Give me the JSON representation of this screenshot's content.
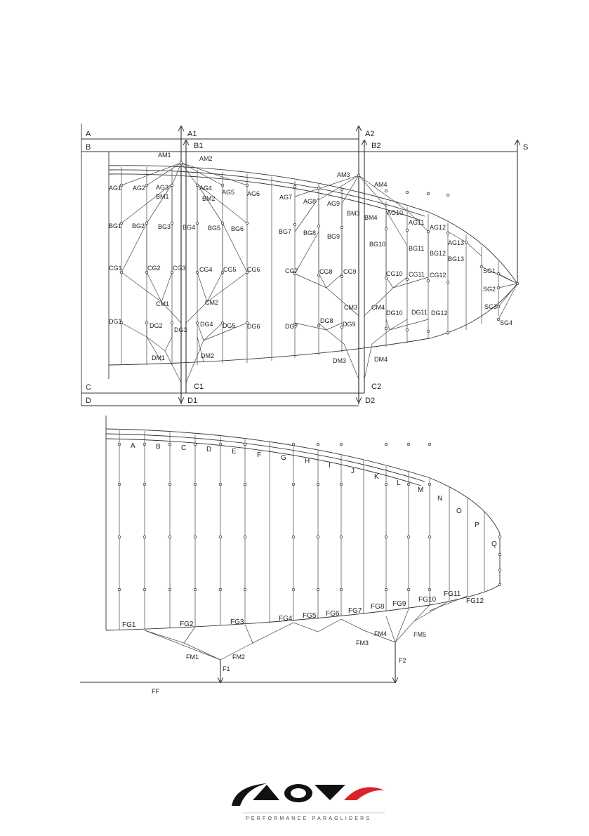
{
  "upper_plan": {
    "level_letters": {
      "a": "A",
      "b": "B",
      "c": "C",
      "d": "D",
      "s": "S"
    },
    "riser_labels": {
      "a1": "A1",
      "a2": "A2",
      "b1": "B1",
      "b2": "B2",
      "c1": "C1",
      "c2": "C2",
      "d1": "D1",
      "d2": "D2"
    },
    "main_lines": {
      "am1": "AM1",
      "am2": "AM2",
      "am3": "AM3",
      "am4": "AM4",
      "bm1": "BM1",
      "bm2": "BM2",
      "bm3": "BM3",
      "bm4": "BM4",
      "cm1": "CM1",
      "cm2": "CM2",
      "cm3": "CM3",
      "cm4": "CM4",
      "dm1": "DM1",
      "dm2": "DM2",
      "dm3": "DM3",
      "dm4": "DM4"
    },
    "a_gallery": [
      "AG1",
      "AG2",
      "AG3",
      "AG4",
      "AG5",
      "AG6",
      "AG7",
      "AG8",
      "AG9",
      "AG10",
      "AG11",
      "AG12",
      "AG13"
    ],
    "b_gallery": [
      "BG1",
      "BG2",
      "BG3",
      "BG4",
      "BG5",
      "BG6",
      "BG7",
      "BG8",
      "BG9",
      "BG10",
      "BG11",
      "BG12",
      "BG13"
    ],
    "c_gallery": [
      "CG1",
      "CG2",
      "CG3",
      "CG4",
      "CG5",
      "CG6",
      "CG7",
      "CG8",
      "CG9",
      "CG10",
      "CG11",
      "CG12"
    ],
    "d_gallery": [
      "DG1",
      "DG2",
      "DG3",
      "DG4",
      "DG5",
      "DG6",
      "DG7",
      "DG8",
      "DG9",
      "DG10",
      "DG11",
      "DG12"
    ],
    "stabilo_gallery": [
      "SG1",
      "SG2",
      "SG3",
      "SG4"
    ]
  },
  "brake_plan": {
    "cell_letters": [
      "A",
      "B",
      "C",
      "D",
      "E",
      "F",
      "G",
      "H",
      "I",
      "J",
      "K",
      "L",
      "M",
      "N",
      "O",
      "P",
      "Q"
    ],
    "brake_gallery": [
      "FG1",
      "FG2",
      "FG3",
      "FG4",
      "FG5",
      "FG6",
      "FG7",
      "FG8",
      "FG9",
      "FG10",
      "FG11",
      "FG12"
    ],
    "brake_mains": {
      "fm1": "FM1",
      "fm2": "FM2",
      "fm3": "FM3",
      "fm4": "FM4",
      "fm5": "FM5"
    },
    "brake_risers": {
      "f1": "F1",
      "f2": "F2"
    },
    "handle_label": "FF"
  },
  "logo": {
    "brand": "NOVA",
    "tagline": "PERFORMANCE PARAGLIDERS",
    "accent_color": "#d8232a"
  },
  "colors": {
    "line": "#333333",
    "background": "#ffffff"
  }
}
